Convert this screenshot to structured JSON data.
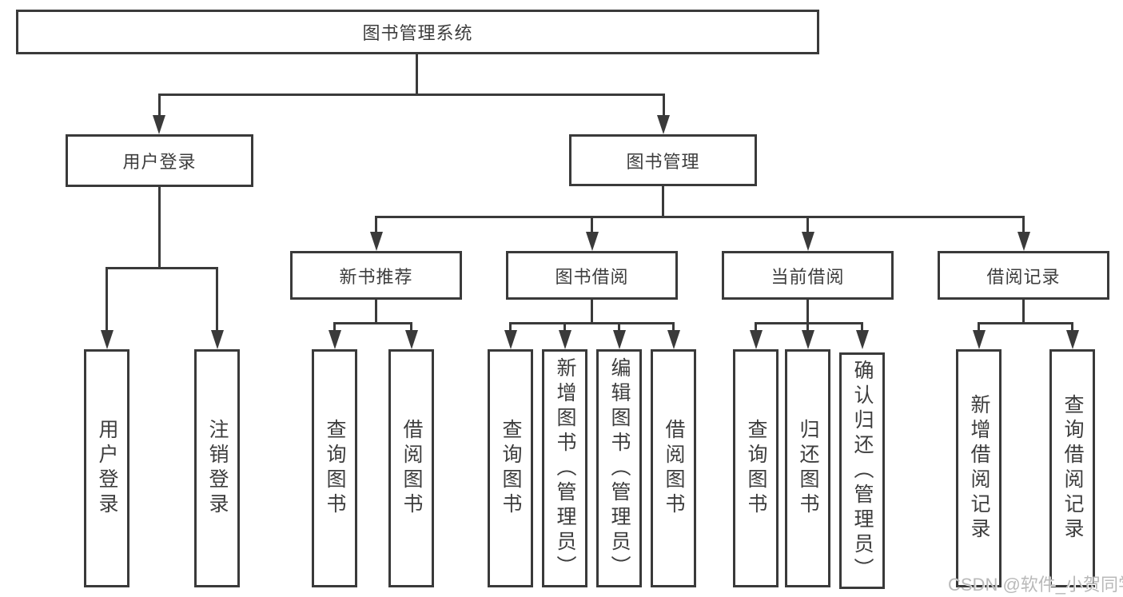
{
  "colors": {
    "line": "#3a3a3a",
    "text": "#3d3d3d",
    "background": "#ffffff",
    "watermark": "#b9b9b9"
  },
  "tree": {
    "root": "图书管理系统",
    "branches": [
      {
        "label": "用户登录",
        "leaves": [
          "用户登录",
          "注销登录"
        ]
      },
      {
        "label": "图书管理",
        "groups": [
          {
            "label": "新书推荐",
            "leaves": [
              "查询图书",
              "借阅图书"
            ]
          },
          {
            "label": "图书借阅",
            "leaves": [
              "查询图书",
              "新增图书（管理员）",
              "编辑图书（管理员）",
              "借阅图书"
            ]
          },
          {
            "label": "当前借阅",
            "leaves": [
              "查询图书",
              "归还图书",
              "确认归还（管理员）"
            ]
          },
          {
            "label": "借阅记录",
            "leaves": [
              "新增借阅记录",
              "查询借阅记录"
            ]
          }
        ]
      }
    ]
  },
  "watermark": "CSDN @软件_小贺同学"
}
